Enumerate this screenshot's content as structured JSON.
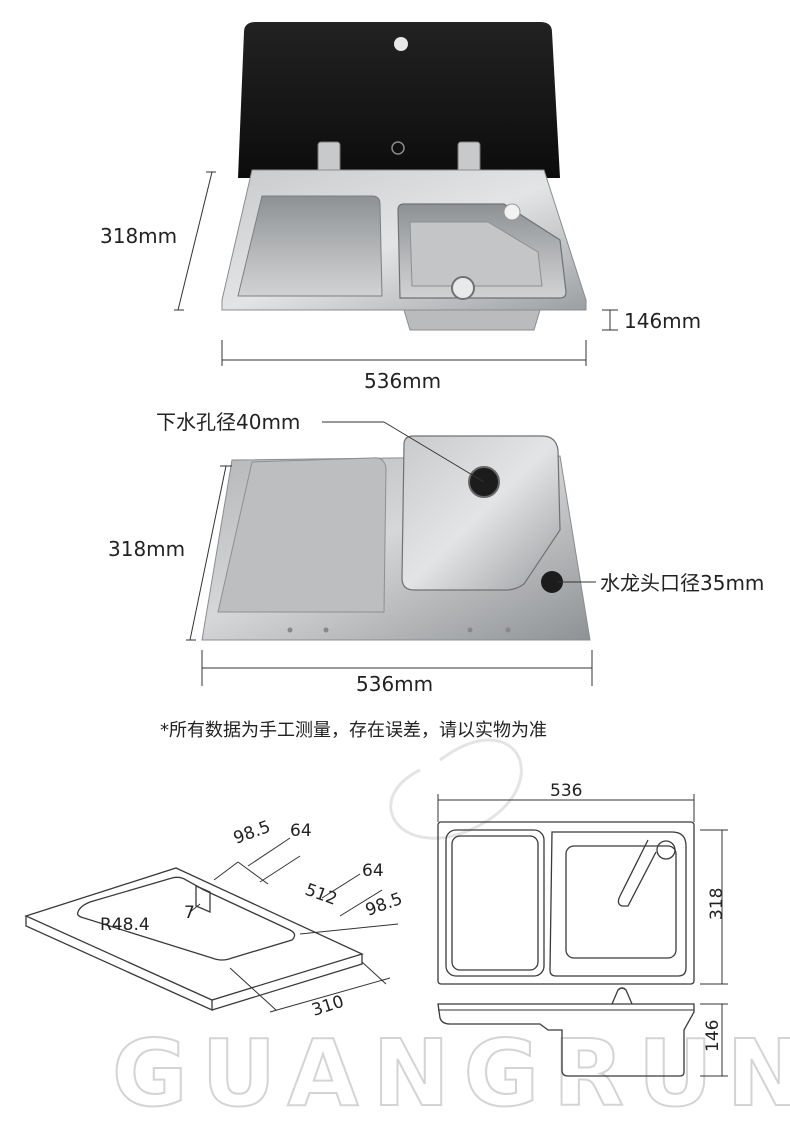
{
  "photo_top": {
    "height_label": "318mm",
    "depth_label": "146mm",
    "width_label": "536mm"
  },
  "photo_bottom": {
    "drain_label": "下水孔径40mm",
    "height_label": "318mm",
    "faucet_label": "水龙头口径35mm",
    "width_label": "536mm"
  },
  "note": "*所有数据为手工测量，存在误差，请以实物为准",
  "cutout_drawing": {
    "dim_98_5_a": "98.5",
    "dim_64_a": "64",
    "dim_64_b": "64",
    "dim_512": "512",
    "dim_98_5_b": "98.5",
    "dim_7": "7",
    "dim_radius": "R48.4",
    "dim_310": "310"
  },
  "tech_drawing": {
    "dim_width": "536",
    "dim_height": "318",
    "dim_depth": "146"
  },
  "watermark": "GUANGRUN",
  "colors": {
    "glass": "#141414",
    "steel_light": "#d9dadb",
    "steel_mid": "#a9abad",
    "steel_dark": "#7c7f82",
    "line": "#333333"
  }
}
